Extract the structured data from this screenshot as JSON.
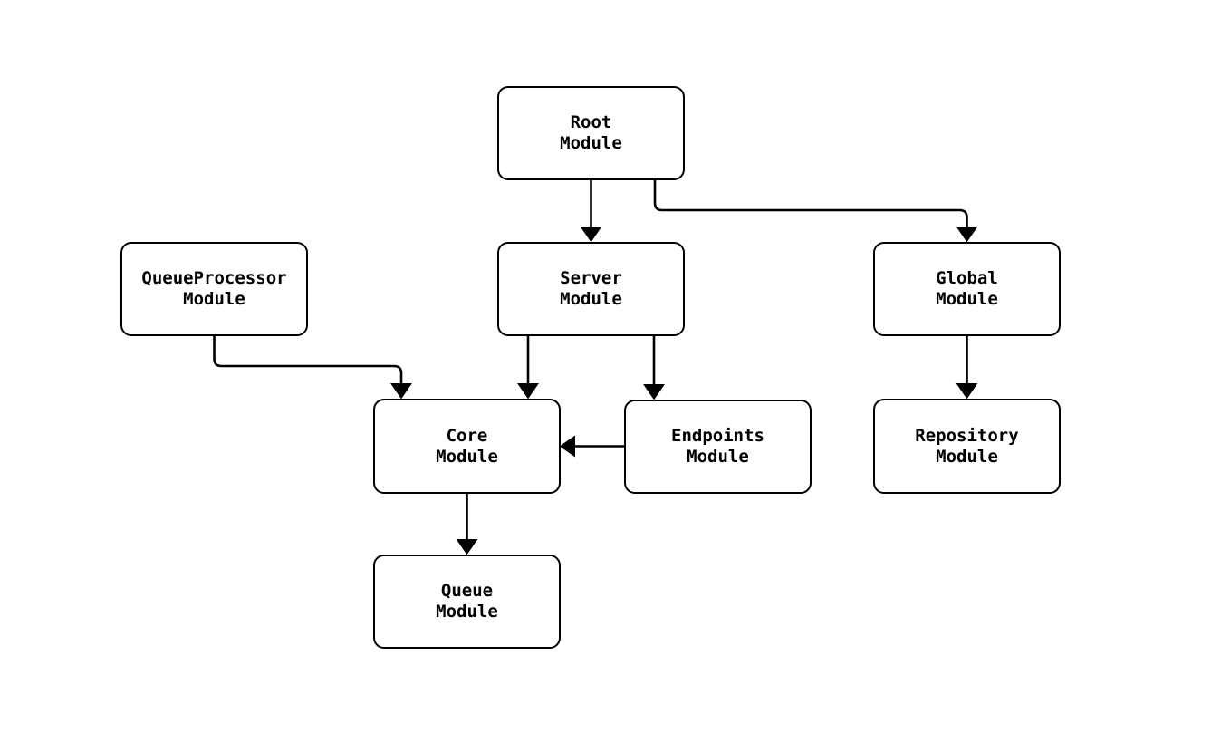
{
  "diagram": {
    "type": "flowchart",
    "direction": "top-down",
    "colors": {
      "stroke": "#000000",
      "node_fill": "#ffffff",
      "background": "#ffffff",
      "text": "#000000"
    },
    "nodes": [
      {
        "id": "root",
        "lines": [
          "Root",
          "Module"
        ]
      },
      {
        "id": "queueprocessor",
        "lines": [
          "QueueProcessor",
          "Module"
        ]
      },
      {
        "id": "server",
        "lines": [
          "Server",
          "Module"
        ]
      },
      {
        "id": "global",
        "lines": [
          "Global",
          "Module"
        ]
      },
      {
        "id": "core",
        "lines": [
          "Core",
          "Module"
        ]
      },
      {
        "id": "endpoints",
        "lines": [
          "Endpoints",
          "Module"
        ]
      },
      {
        "id": "repository",
        "lines": [
          "Repository",
          "Module"
        ]
      },
      {
        "id": "queue",
        "lines": [
          "Queue",
          "Module"
        ]
      }
    ],
    "edges": [
      {
        "from": "root",
        "to": "server"
      },
      {
        "from": "root",
        "to": "global"
      },
      {
        "from": "queueprocessor",
        "to": "core"
      },
      {
        "from": "server",
        "to": "core"
      },
      {
        "from": "server",
        "to": "endpoints"
      },
      {
        "from": "endpoints",
        "to": "core"
      },
      {
        "from": "global",
        "to": "repository"
      },
      {
        "from": "core",
        "to": "queue"
      }
    ]
  }
}
